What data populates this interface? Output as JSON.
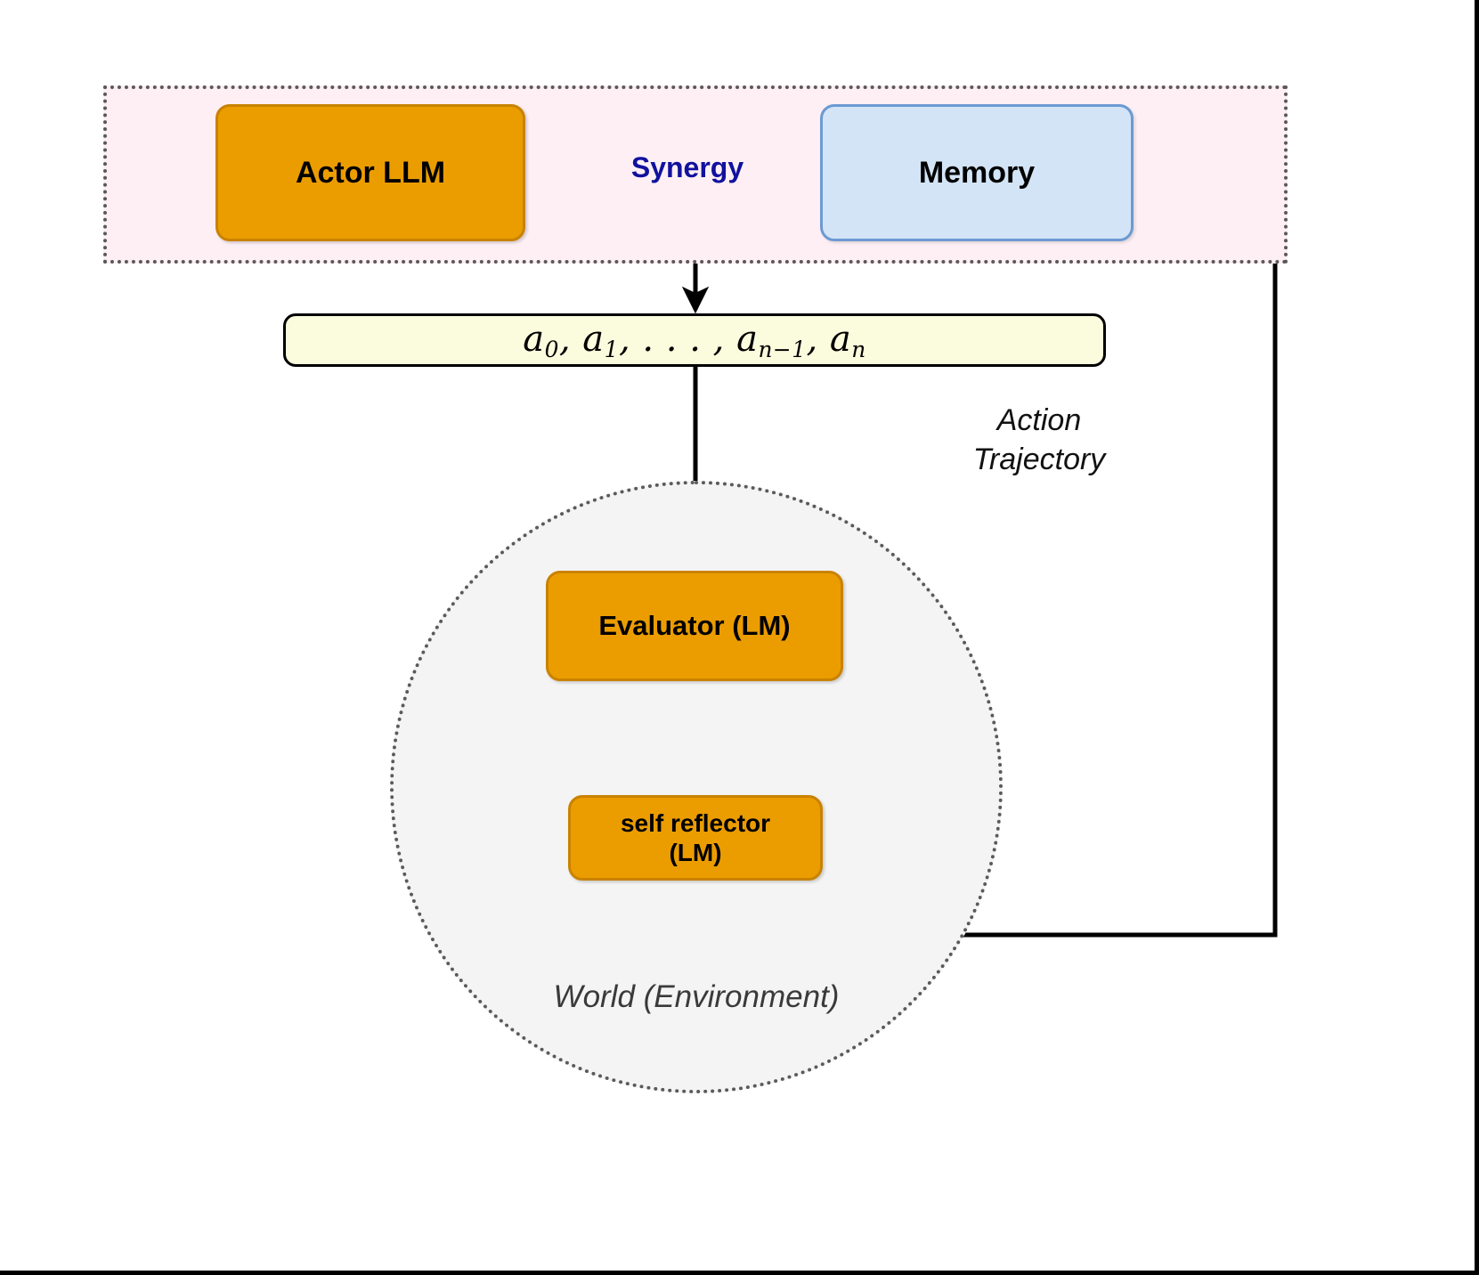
{
  "diagram": {
    "title": "Reflexion agent loop diagram",
    "agent_zone": {
      "name": "agent-zone",
      "fill_color": "#fdeff4",
      "border_color": "#595959"
    },
    "nodes": {
      "actor": {
        "label": "Actor LLM",
        "fill_color": "#eb9d00",
        "border_color": "#c98200"
      },
      "memory": {
        "label": "Memory",
        "fill_color": "#d4e4f7",
        "border_color": "#6c9ad2"
      },
      "evaluator": {
        "label": "Evaluator (LM)",
        "fill_color": "#eb9d00",
        "border_color": "#c98200"
      },
      "self_reflector": {
        "label_line1": "self reflector",
        "label_line2": "(LM)",
        "fill_color": "#eb9d00",
        "border_color": "#c98200"
      },
      "trajectory_box": {
        "formula_parts": [
          "a",
          "0",
          ", ",
          "a",
          "1",
          ", . . . , ",
          "a",
          "n−1",
          ", ",
          "a",
          "n"
        ],
        "formula_plain": "a0, a1, . . . , an−1, an",
        "fill_color": "#fbfbdd",
        "border_color": "#000000"
      }
    },
    "labels": {
      "synergy": {
        "text": "Synergy",
        "color": "#11119e"
      },
      "action_trajectory_line1": "Action",
      "action_trajectory_line2": "Trajectory",
      "world": {
        "text": "World (Environment)",
        "color": "#3a3a3a"
      }
    },
    "edges": [
      {
        "name": "actor-to-memory",
        "from": "Actor LLM",
        "to": "Memory",
        "style": "curved-arrow",
        "label": "Synergy",
        "color": "#666666"
      },
      {
        "name": "memory-to-actor",
        "from": "Memory",
        "to": "Actor LLM",
        "style": "curved-arrow",
        "label": "Synergy",
        "color": "#666666"
      },
      {
        "name": "agent-to-trajectory",
        "from": "Agent zone",
        "to": "Action Trajectory box",
        "style": "straight-arrow",
        "color": "#000000"
      },
      {
        "name": "trajectory-to-evaluator",
        "from": "Action Trajectory box",
        "to": "Evaluator (LM)",
        "style": "straight-arrow",
        "color": "#000000"
      },
      {
        "name": "evaluator-to-self-reflector",
        "from": "Evaluator (LM)",
        "to": "self reflector (LM)",
        "style": "straight-arrow",
        "color": "#000000"
      },
      {
        "name": "self-reflector-to-memory",
        "from": "self reflector (LM)",
        "to": "Memory",
        "style": "elbow-arrow",
        "color": "#000000"
      }
    ]
  }
}
